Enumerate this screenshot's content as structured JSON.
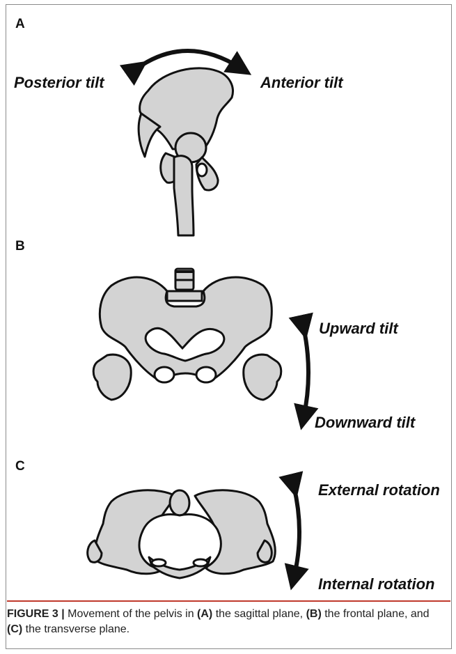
{
  "panels": {
    "a": {
      "letter": "A",
      "left_label": "Posterior tilt",
      "right_label": "Anterior tilt"
    },
    "b": {
      "letter": "B",
      "top_label": "Upward tilt",
      "bottom_label": "Downward tilt"
    },
    "c": {
      "letter": "C",
      "top_label": "External rotation",
      "bottom_label": "Internal rotation"
    }
  },
  "caption": {
    "figure_label": "FIGURE 3 |",
    "text_1": " Movement of the pelvis in ",
    "ref_a": "(A)",
    "text_2": " the sagittal plane, ",
    "ref_b": "(B)",
    "text_3": " the frontal plane, and ",
    "ref_c": "(C)",
    "text_4": " the transverse plane."
  }
}
